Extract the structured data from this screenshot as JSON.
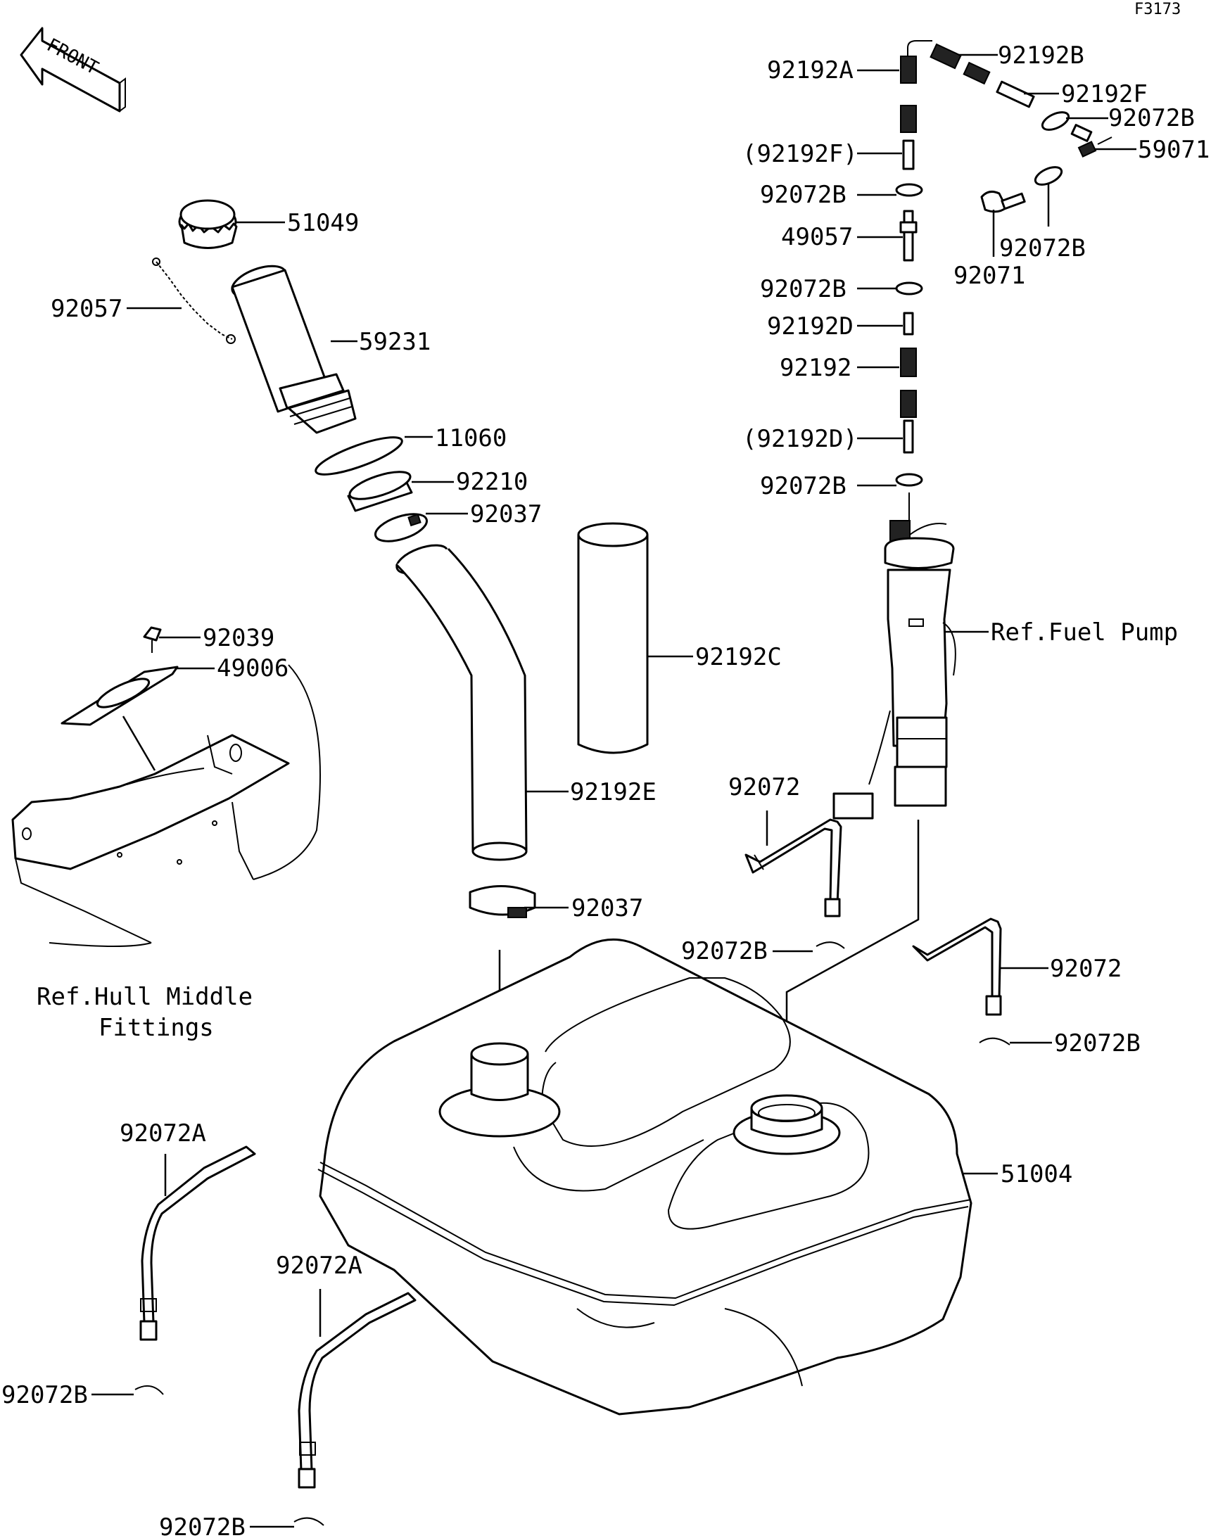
{
  "figure_id": "F3173",
  "front_label": "FRONT",
  "labels": {
    "l_92192B": "92192B",
    "l_92192A": "92192A",
    "l_92192F": "92192F",
    "l_92072B_r1": "92072B",
    "l_p92192F": "(92192F)",
    "l_59071": "59071",
    "l_92072B_a": "92072B",
    "l_49057": "49057",
    "l_92072B_r2": "92072B",
    "l_92071": "92071",
    "l_92072B_b": "92072B",
    "l_92192D": "92192D",
    "l_92192": "92192",
    "l_p92192D": "(92192D)",
    "l_92072B_c": "92072B",
    "l_51049": "51049",
    "l_92057": "92057",
    "l_59231": "59231",
    "l_11060": "11060",
    "l_92210": "92210",
    "l_92037_top": "92037",
    "l_fuelpump": "Ref.Fuel Pump",
    "l_92039": "92039",
    "l_49006": "49006",
    "l_92192C": "92192C",
    "l_92192E": "92192E",
    "l_92072_l": "92072",
    "l_92037_b": "92037",
    "l_92072B_d": "92072B",
    "l_92072_r": "92072",
    "l_hull1": "Ref.Hull Middle",
    "l_hull2": "Fittings",
    "l_92072B_e": "92072B",
    "l_92072A_1": "92072A",
    "l_51004": "51004",
    "l_92072A_2": "92072A",
    "l_92072B_f": "92072B",
    "l_92072B_g": "92072B"
  }
}
